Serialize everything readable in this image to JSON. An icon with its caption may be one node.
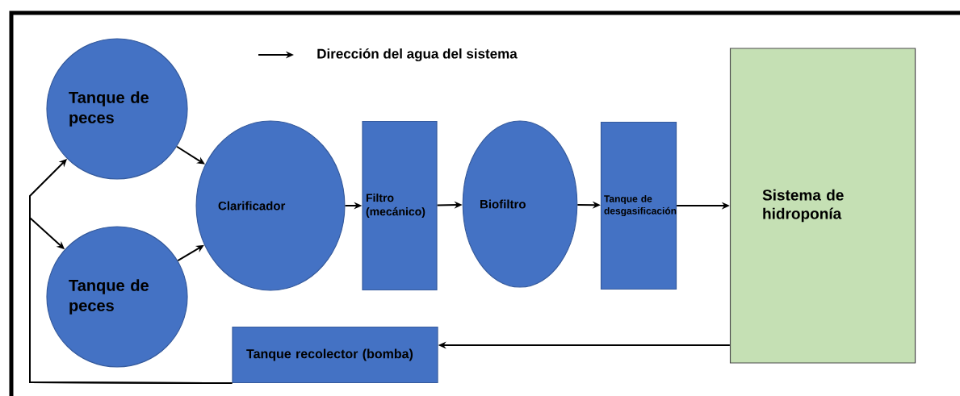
{
  "diagram": {
    "nodes": [
      {
        "text": [
          "Tanque de peces"
        ]
      },
      {
        "text": [
          "Tanque de peces"
        ]
      },
      {
        "text": [
          "Clarificador"
        ]
      },
      {
        "text": [
          "Filtro (mecánico)"
        ]
      },
      {
        "text": [
          "Biofiltro"
        ]
      },
      {
        "text": [
          "Tanque de desgasificación"
        ]
      },
      {
        "text": [
          "Sistema de hidroponía"
        ]
      },
      {
        "text": [
          "Tanque recolector (bomba)"
        ]
      }
    ],
    "edges": [
      {
        "from": 0,
        "to": 2,
        "arrow": "to"
      },
      {
        "from": 1,
        "to": 2,
        "arrow": "to"
      },
      {
        "from": 2,
        "to": 3,
        "arrow": "to"
      },
      {
        "from": 3,
        "to": 4,
        "arrow": "to"
      },
      {
        "from": 4,
        "to": 5,
        "arrow": "to"
      },
      {
        "from": 5,
        "to": 6,
        "arrow": "to"
      },
      {
        "from": 6,
        "to": 7,
        "arrow": "to"
      },
      {
        "from": 7,
        "to": 0,
        "arrow": "to"
      },
      {
        "from": 7,
        "to": 1,
        "arrow": "to"
      }
    ],
    "legend": [
      {
        "text": "Dirección del agua del sistema"
      }
    ]
  }
}
